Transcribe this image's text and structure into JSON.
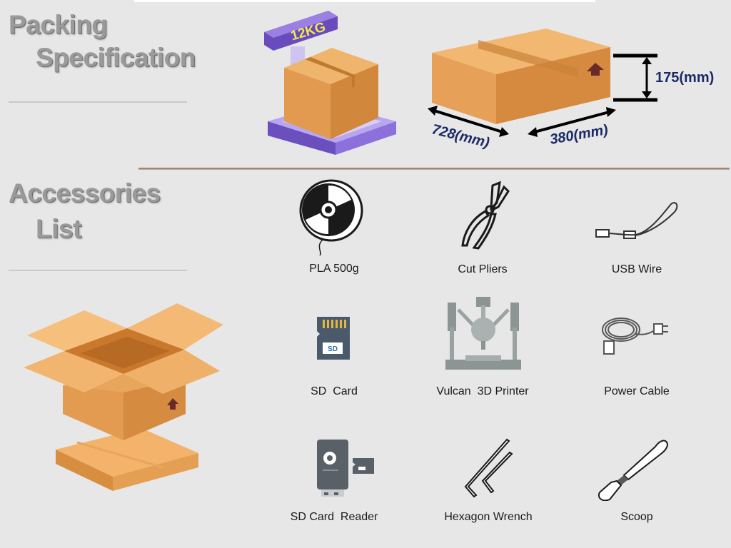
{
  "headings": {
    "packing_line1": "Packing",
    "packing_line2": "Specification",
    "accessories_line1": "Accessories",
    "accessories_line2": "List"
  },
  "packing": {
    "weight": "12KG",
    "length": "728(mm)",
    "width": "380(mm)",
    "height": "175(mm)"
  },
  "accessories": [
    {
      "label": "PLA 500g",
      "icon": "filament-spool-icon"
    },
    {
      "label": "Cut Pliers",
      "icon": "cut-pliers-icon"
    },
    {
      "label": "USB Wire",
      "icon": "usb-wire-icon"
    },
    {
      "label": "SD  Card",
      "icon": "sd-card-icon"
    },
    {
      "label": "Vulcan  3D Printer",
      "icon": "3d-printer-icon"
    },
    {
      "label": "Power Cable",
      "icon": "power-cable-icon"
    },
    {
      "label": "SD Card  Reader",
      "icon": "sd-card-reader-icon"
    },
    {
      "label": "Hexagon Wrench",
      "icon": "hex-wrench-icon"
    },
    {
      "label": "Scoop",
      "icon": "scoop-icon"
    }
  ],
  "colors": {
    "background": "#e7e7e8",
    "box": "#e8a55c",
    "scale": "#7b5cc8",
    "dimension_text": "#1b2a66",
    "weight_text": "#f2e94e"
  }
}
